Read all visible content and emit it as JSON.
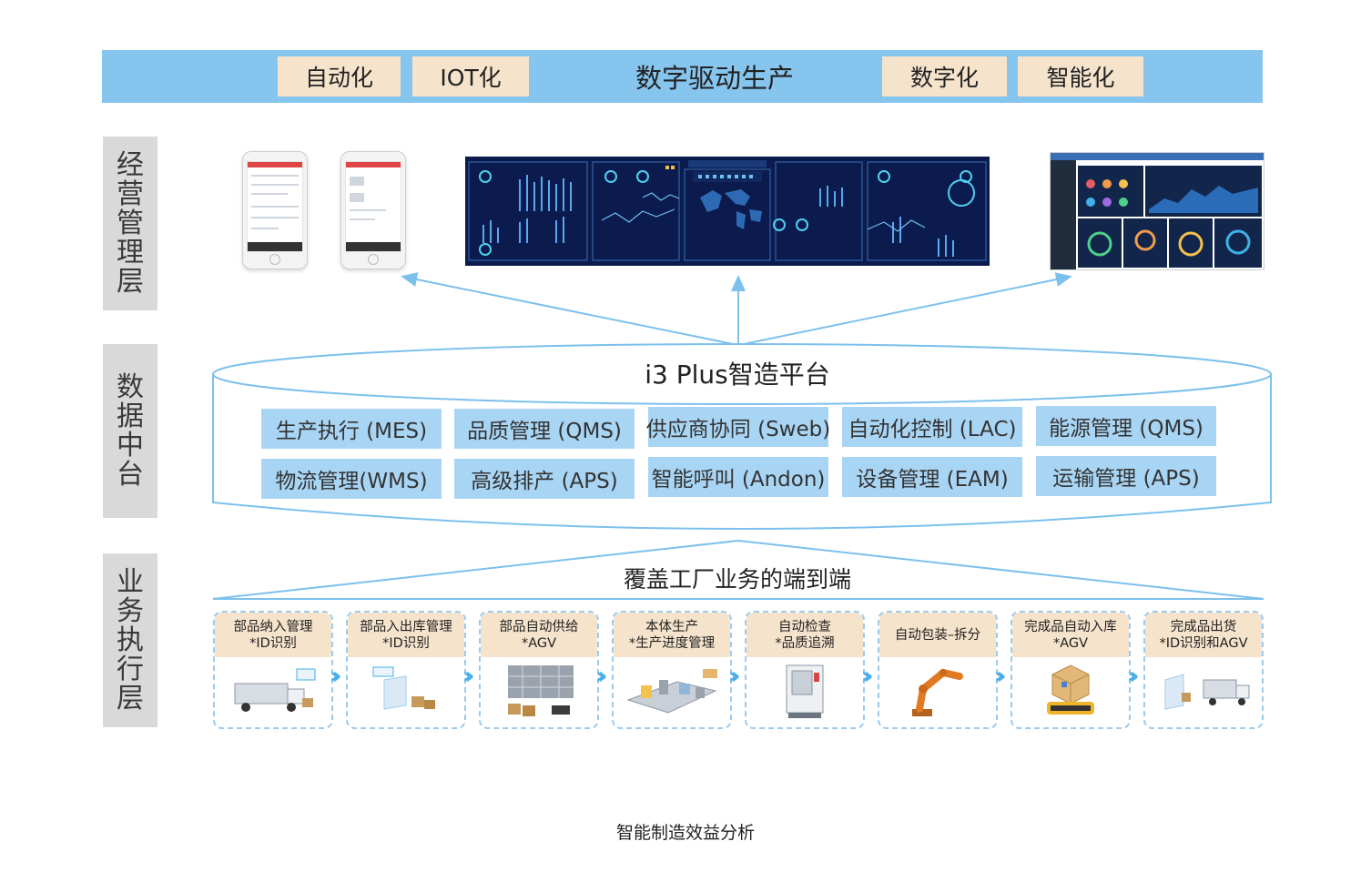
{
  "banner": {
    "title": "数字驱动生产",
    "tags": [
      "自动化",
      "IOT化",
      "数字化",
      "智能化"
    ]
  },
  "layers": {
    "management": "经营管理层",
    "data": "数据中台",
    "execution": "业务执行层"
  },
  "platform": {
    "title": "i3 Plus智造平台",
    "modules": [
      "生产执行 (MES)",
      "品质管理 (QMS)",
      "供应商协同 (Sweb)",
      "自动化控制 (LAC)",
      "能源管理 (QMS)",
      "物流管理(WMS)",
      "高级排产 (APS)",
      "智能呼叫 (Andon)",
      "设备管理 (EAM)",
      "运输管理 (APS)"
    ]
  },
  "flow": {
    "title": "覆盖工厂业务的端到端",
    "steps": [
      {
        "l1": "部品纳入管理",
        "l2": "*ID识别",
        "icon": "truck-icon"
      },
      {
        "l1": "部品入出库管理",
        "l2": "*ID识别",
        "icon": "scanner-icon"
      },
      {
        "l1": "部品自动供给",
        "l2": "*AGV",
        "icon": "warehouse-icon"
      },
      {
        "l1": "本体生产",
        "l2": "*生产进度管理",
        "icon": "production-line-icon"
      },
      {
        "l1": "自动检查",
        "l2": "*品质追溯",
        "icon": "inspection-machine-icon"
      },
      {
        "l1": "自动包装–拆分",
        "l2": "",
        "icon": "robot-arm-icon"
      },
      {
        "l1": "完成品自动入库",
        "l2": "*AGV",
        "icon": "agv-box-icon"
      },
      {
        "l1": "完成品出货",
        "l2": "*ID识别和AGV",
        "icon": "shipping-truck-icon"
      }
    ]
  },
  "caption": "智能制造效益分析",
  "colors": {
    "banner": "#86c5ee",
    "tag": "#f5e3cc",
    "module": "#a9d5f4",
    "layer": "#d9d9d9",
    "arrow": "#7cc0ec",
    "chevron": "#4aaee9"
  }
}
